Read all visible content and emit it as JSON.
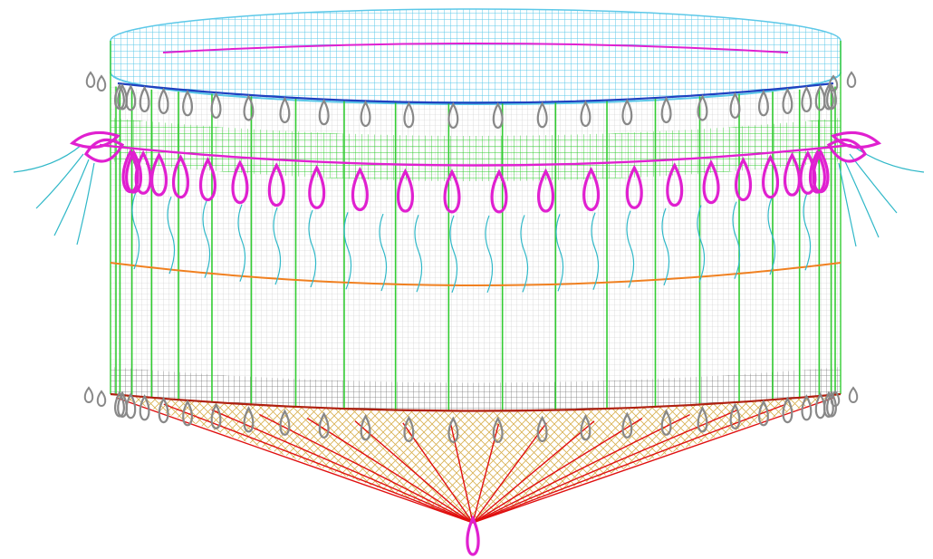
{
  "diagram": {
    "subject": "",
    "colors": {
      "top_ring_mesh": "#5cc8e8",
      "top_rope": "#e020d0",
      "top_rope_blue": "#2040c0",
      "upper_band_mesh": "#33cc33",
      "vertical_ropes": "#33cc33",
      "wall_mesh": "#b0b0b0",
      "middle_rope": "#f08020",
      "bottom_band_mesh": "#808080",
      "bottom_rope": "#b02010",
      "cone_mesh": "#d8b050",
      "cone_ropes": "#e01010",
      "grey_loops": "#888888",
      "magenta_loops": "#e020d0",
      "teal_lines": "#30b8c8"
    },
    "counts": {
      "vertical_ropes": 22,
      "top_grey_loops": 26,
      "magenta_loops": 24,
      "bottom_grey_loops": 26,
      "cone_ropes": 16
    }
  }
}
